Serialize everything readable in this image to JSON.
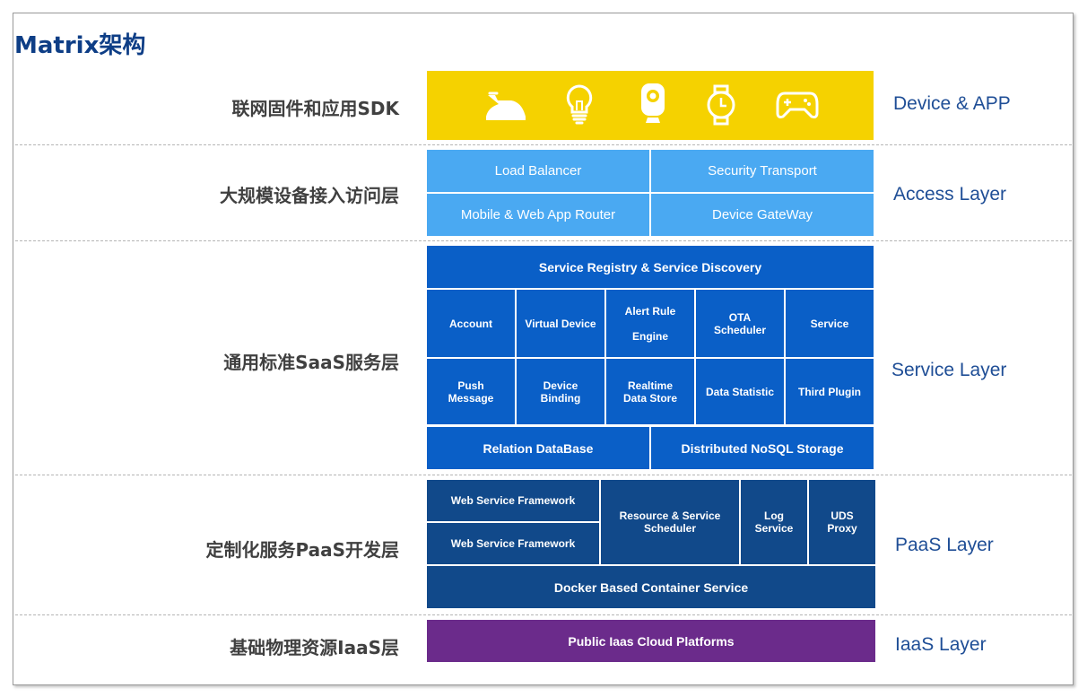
{
  "title": "Matrix架构",
  "rows": [
    {
      "label": "联网固件和应用SDK",
      "layer": "Device & APP"
    },
    {
      "label": "大规模设备接入访问层",
      "layer": "Access Layer"
    },
    {
      "label": "通用标准SaaS服务层",
      "layer": "Service Layer"
    },
    {
      "label": "定制化服务PaaS开发层",
      "layer": "PaaS Layer"
    },
    {
      "label": "基础物理资源IaaS层",
      "layer": "IaaS Layer"
    }
  ],
  "device_icons": [
    "iron-icon",
    "lightbulb-icon",
    "camera-icon",
    "watch-icon",
    "gamepad-icon"
  ],
  "access": {
    "load_balancer": "Load Balancer",
    "security_transport": "Security Transport",
    "router": "Mobile & Web App Router",
    "gateway": "Device GateWay"
  },
  "service": {
    "registry": "Service Registry & Service Discovery",
    "account": "Account",
    "virtual_device": "Virtual Device",
    "alert_rule_1": "Alert Rule",
    "alert_rule_2": "Engine",
    "ota_1": "OTA",
    "ota_2": "Scheduler",
    "service": "Service",
    "push_1": "Push",
    "push_2": "Message",
    "binding_1": "Device",
    "binding_2": "Binding",
    "realtime_1": "Realtime",
    "realtime_2": "Data Store",
    "data_statistic": "Data Statistic",
    "third_plugin": "Third Plugin",
    "relation_db": "Relation DataBase",
    "nosql": "Distributed NoSQL Storage"
  },
  "paas": {
    "web_framework_1": "Web Service Framework",
    "web_framework_2": "Web Service Framework",
    "resource_1": "Resource & Service",
    "resource_2": "Scheduler",
    "log_1": "Log",
    "log_2": "Service",
    "uds_1": "UDS",
    "uds_2": "Proxy",
    "docker": "Docker Based Container Service"
  },
  "iaas": {
    "cloud": "Public Iaas Cloud Platforms"
  },
  "colors": {
    "device": "#f5d200",
    "access": "#4aa9f2",
    "service": "#0a5fc7",
    "paas": "#11498a",
    "iaas": "#6b2b8b",
    "label": "#404040",
    "layer_name": "#1f4e96"
  }
}
